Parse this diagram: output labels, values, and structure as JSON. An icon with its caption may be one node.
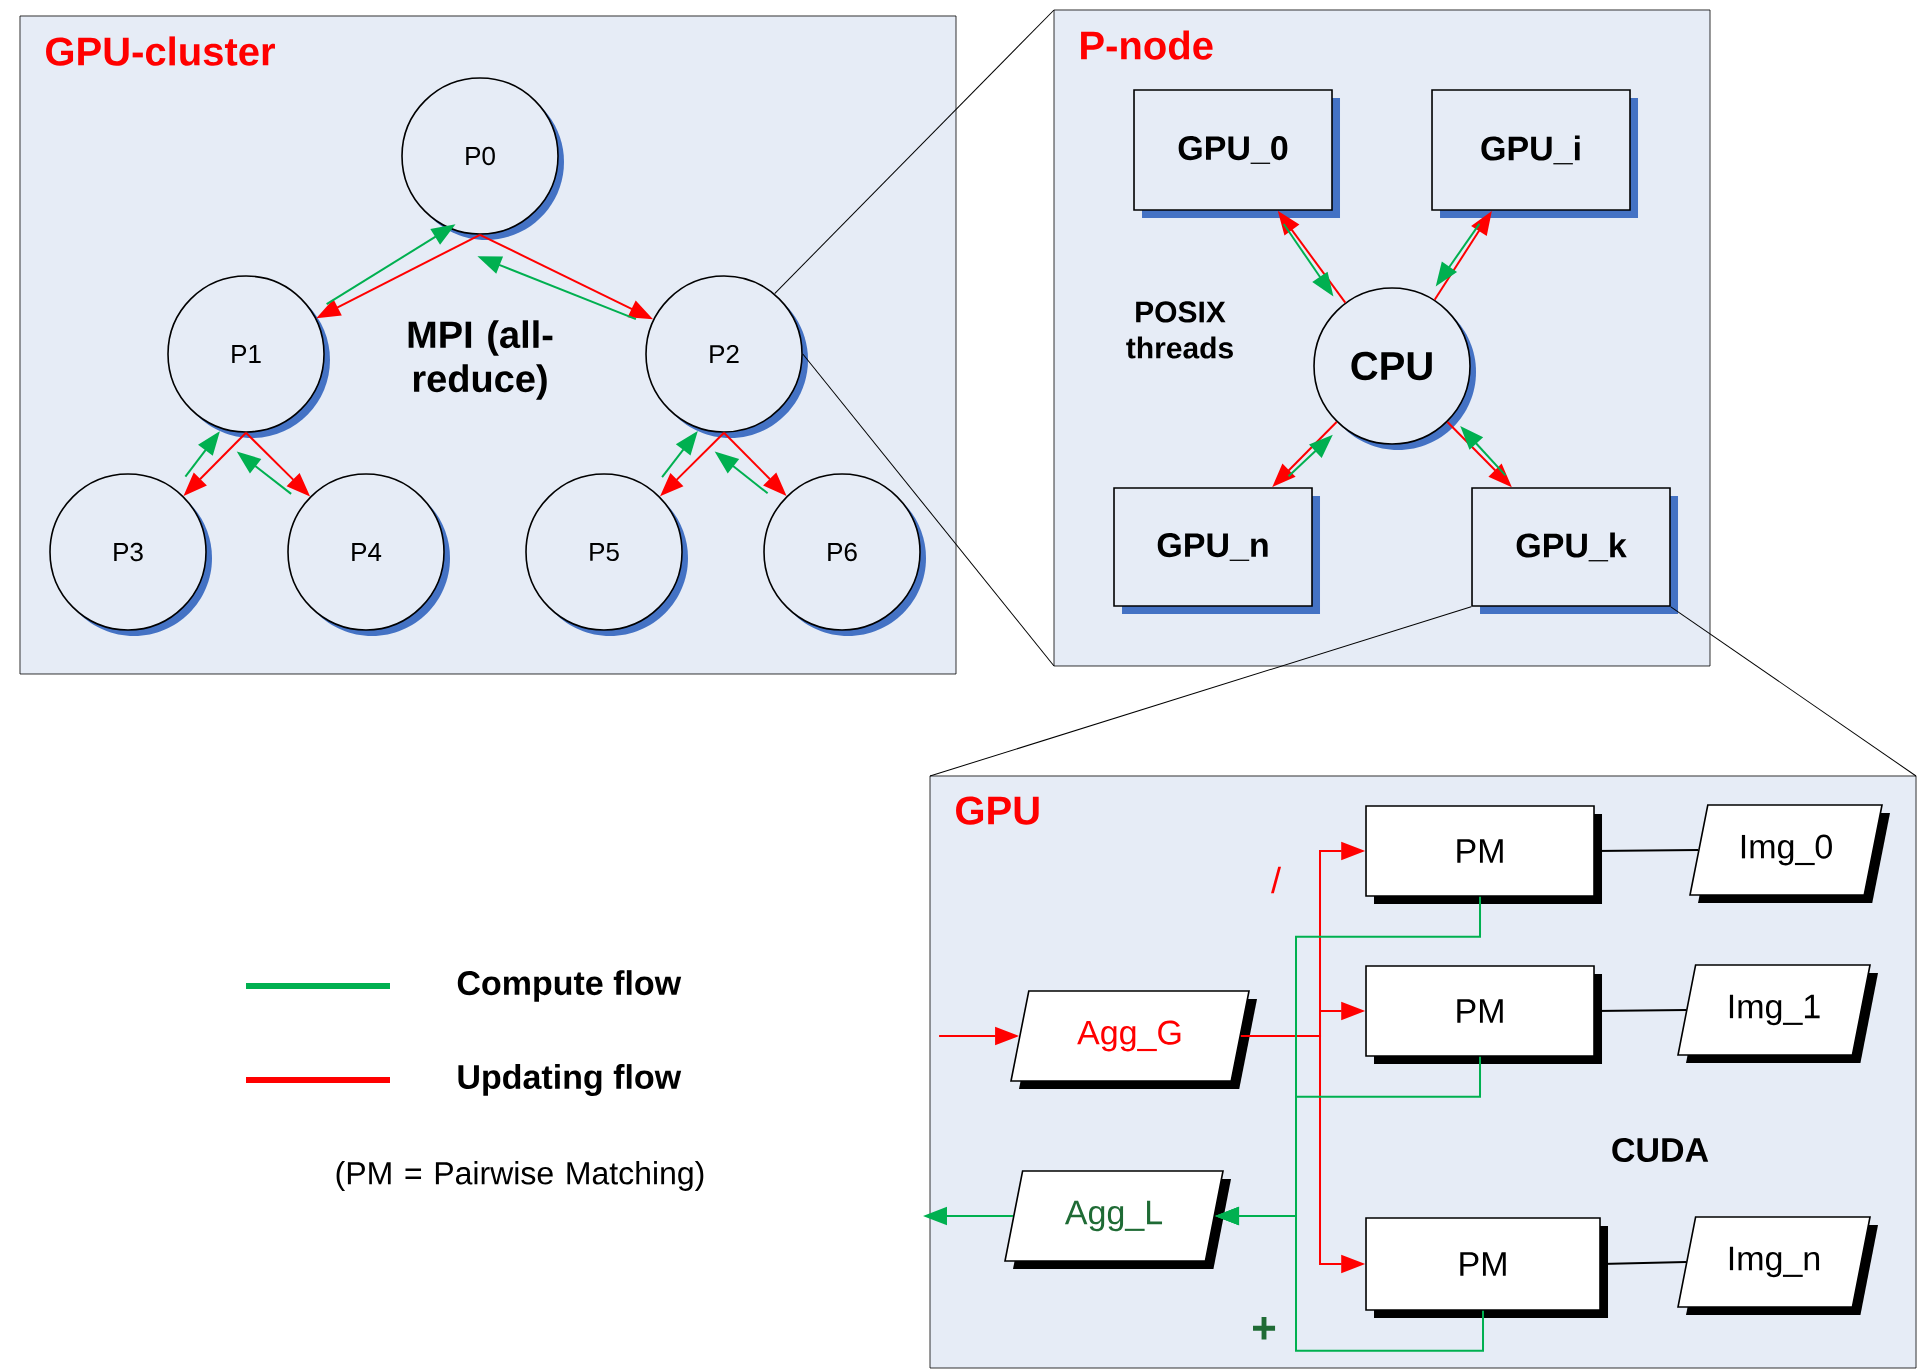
{
  "diagram": {
    "nodes": [
      {
        "text": [
          "GPU-cluster"
        ]
      },
      {
        "text": [
          "P0"
        ],
        "in": 0
      },
      {
        "text": [
          "P1"
        ],
        "in": 0
      },
      {
        "text": [
          "P2"
        ],
        "in": 0
      },
      {
        "text": [
          "P3"
        ],
        "in": 0
      },
      {
        "text": [
          "P4"
        ],
        "in": 0
      },
      {
        "text": [
          "P5"
        ],
        "in": 0
      },
      {
        "text": [
          "P6"
        ],
        "in": 0
      },
      {
        "text": [
          "P-node"
        ]
      },
      {
        "text": [
          "GPU_0"
        ],
        "in": 8
      },
      {
        "text": [
          "GPU_i"
        ],
        "in": 8
      },
      {
        "text": [
          "CPU"
        ],
        "in": 8
      },
      {
        "text": [
          "GPU_n"
        ],
        "in": 8
      },
      {
        "text": [
          "GPU_k"
        ],
        "in": 8
      },
      {
        "text": [
          "GPU"
        ]
      },
      {
        "text": [
          "Agg_G"
        ],
        "in": 14
      },
      {
        "text": [
          "Agg_L"
        ],
        "in": 14
      },
      {
        "text": [
          "PM"
        ],
        "in": 14
      },
      {
        "text": [
          "PM"
        ],
        "in": 14
      },
      {
        "text": [
          "PM"
        ],
        "in": 14
      },
      {
        "text": [
          "Img_0"
        ],
        "in": 14
      },
      {
        "text": [
          "Img_1"
        ],
        "in": 14
      },
      {
        "text": [
          "Img_n"
        ],
        "in": 14
      }
    ],
    "edges": [
      {
        "from": 1,
        "to": 2,
        "arrow": "to",
        "color": "#ff0000"
      },
      {
        "from": 2,
        "to": 1,
        "arrow": "to",
        "color": "#00b050"
      },
      {
        "from": 1,
        "to": 3,
        "arrow": "to",
        "color": "#ff0000"
      },
      {
        "from": 3,
        "to": 1,
        "arrow": "to",
        "color": "#00b050"
      },
      {
        "from": 2,
        "to": 4,
        "arrow": "to",
        "color": "#ff0000"
      },
      {
        "from": 4,
        "to": 2,
        "arrow": "to",
        "color": "#00b050"
      },
      {
        "from": 2,
        "to": 5,
        "arrow": "to",
        "color": "#ff0000"
      },
      {
        "from": 5,
        "to": 2,
        "arrow": "to",
        "color": "#00b050"
      },
      {
        "from": 3,
        "to": 6,
        "arrow": "to",
        "color": "#ff0000"
      },
      {
        "from": 6,
        "to": 3,
        "arrow": "to",
        "color": "#00b050"
      },
      {
        "from": 3,
        "to": 7,
        "arrow": "to",
        "color": "#ff0000"
      },
      {
        "from": 7,
        "to": 3,
        "arrow": "to",
        "color": "#00b050"
      },
      {
        "from": 3,
        "to": 8,
        "arrow": "none",
        "color": "#000000"
      },
      {
        "from": 3,
        "to": 8,
        "arrow": "none",
        "color": "#000000"
      },
      {
        "from": 11,
        "to": 9,
        "arrow": "to",
        "color": "#ff0000"
      },
      {
        "from": 9,
        "to": 11,
        "arrow": "to",
        "color": "#00b050"
      },
      {
        "from": 11,
        "to": 10,
        "arrow": "to",
        "color": "#ff0000"
      },
      {
        "from": 10,
        "to": 11,
        "arrow": "to",
        "color": "#00b050"
      },
      {
        "from": 11,
        "to": 12,
        "arrow": "to",
        "color": "#ff0000"
      },
      {
        "from": 12,
        "to": 11,
        "arrow": "to",
        "color": "#00b050"
      },
      {
        "from": 11,
        "to": 13,
        "arrow": "to",
        "color": "#ff0000"
      },
      {
        "from": 13,
        "to": 11,
        "arrow": "to",
        "color": "#00b050"
      },
      {
        "from": 13,
        "to": 14,
        "arrow": "none",
        "color": "#000000"
      },
      {
        "from": 13,
        "to": 14,
        "arrow": "none",
        "color": "#000000"
      },
      {
        "from": null,
        "to": 15,
        "arrow": "to",
        "color": "#ff0000"
      },
      {
        "from": 15,
        "to": 17,
        "arrow": "to",
        "color": "#ff0000"
      },
      {
        "from": 15,
        "to": 18,
        "arrow": "to",
        "color": "#ff0000"
      },
      {
        "from": 15,
        "to": 19,
        "arrow": "to",
        "color": "#ff0000"
      },
      {
        "from": 17,
        "to": 16,
        "arrow": "to",
        "color": "#00b050"
      },
      {
        "from": 18,
        "to": 16,
        "arrow": "to",
        "color": "#00b050"
      },
      {
        "from": 19,
        "to": 16,
        "arrow": "to",
        "color": "#00b050"
      },
      {
        "from": 16,
        "to": null,
        "arrow": "to",
        "color": "#00b050"
      },
      {
        "from": 17,
        "to": 20,
        "arrow": "none",
        "color": "#000000"
      },
      {
        "from": 18,
        "to": 21,
        "arrow": "none",
        "color": "#000000"
      },
      {
        "from": 19,
        "to": 22,
        "arrow": "none",
        "color": "#000000"
      }
    ],
    "labels": [
      "MPI (all-reduce)",
      "POSIX threads",
      "/",
      "CUDA",
      "+",
      "(PM = Pairwise Matching)"
    ],
    "legend": [
      {
        "text": "Compute flow",
        "color": "#00b050"
      },
      {
        "text": "Updating flow",
        "color": "#ff0000"
      }
    ]
  }
}
